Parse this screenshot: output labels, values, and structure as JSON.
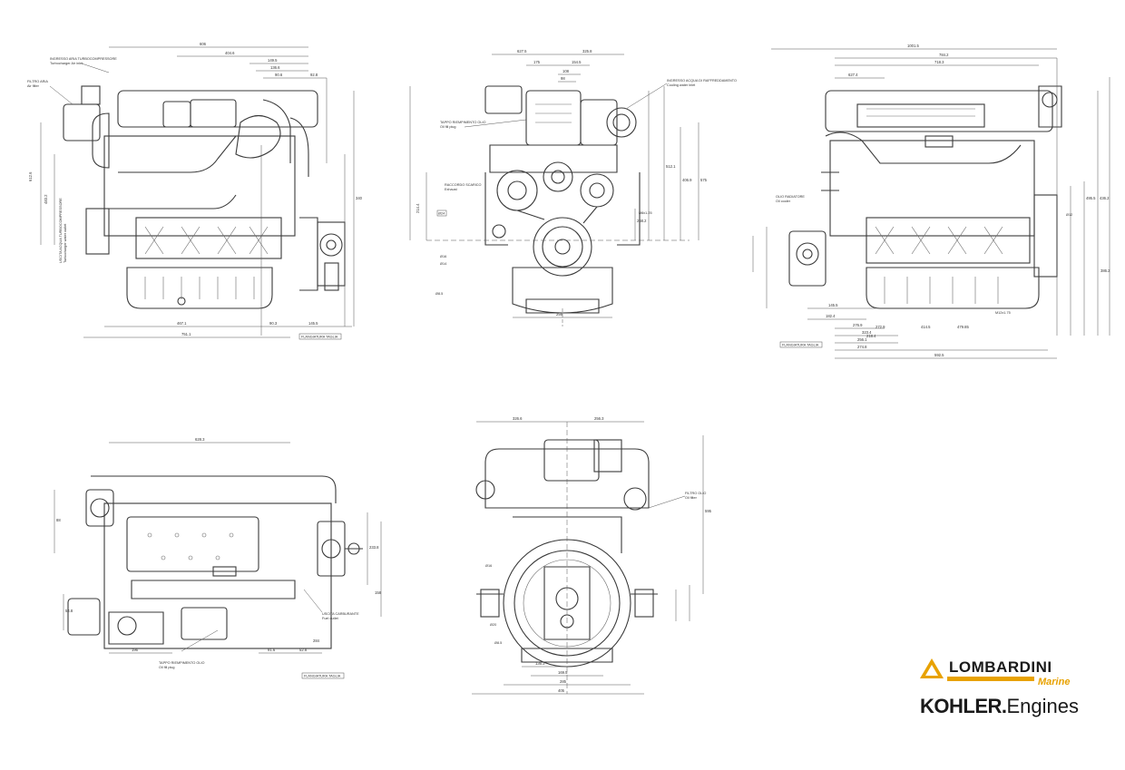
{
  "views": {
    "view1": {
      "dims": [
        "606",
        "404.6",
        "149.5",
        "136.6",
        "90.6",
        "92.8",
        "612.6",
        "483.2",
        "340",
        "467.1",
        "90.3",
        "145.5",
        "751.1"
      ],
      "labels": [
        "INGRESSO ARIA TURBOCOMPRESSORE",
        "Turbocharger Air inlet",
        "FILTRO ARIA",
        "Air filter",
        "USCITA ACQUA TURBOCOMPRESSORE",
        "Turbocharger water outlet",
        "FLANGIATURA TAGLIA"
      ]
    },
    "view2": {
      "dims": [
        "627.5",
        "325.8",
        "175",
        "154.5",
        "108",
        "98",
        "575",
        "512.1",
        "406.9",
        "268.2",
        "214.4",
        "256",
        "Ø24",
        "M8x1.25",
        "Ø16",
        "Ø14",
        "Ø8.5"
      ],
      "labels": [
        "TAPPO RIEMPIMENTO OLIO",
        "Oil fill plug",
        "RACCORDO SCARICO",
        "Exhaust",
        "INGRESSO ACQUA DI RAFFREDDAMENTO",
        "Cooling water inlet"
      ]
    },
    "view3": {
      "dims": [
        "1001.5",
        "784.2",
        "718.3",
        "627.4",
        "495.5",
        "436.2",
        "386.2",
        "323.4",
        "276.9",
        "274.8",
        "256.1",
        "145.5",
        "182.4",
        "218.4",
        "272.9",
        "414.5",
        "479.85",
        "592.5",
        "Ø12",
        "M12x1.75"
      ],
      "labels": [
        "OLIO RADIATORE",
        "Oil cooler",
        "FLANGIATURA TAGLIA"
      ]
    },
    "view4": {
      "dims": [
        "628.3",
        "91.6",
        "52.8",
        "284",
        "196",
        "233.8",
        "158",
        "88",
        "54.8"
      ],
      "labels": [
        "TAPPO RIEMPIMENTO OLIO",
        "Oil fill plug",
        "USCITA CARBURANTE",
        "Fuel outlet",
        "FLANGIATURA TAGLIA"
      ]
    },
    "view5": {
      "dims": [
        "326.6",
        "256.3",
        "595",
        "136.3",
        "169.5",
        "285",
        "405",
        "Ø16",
        "Ø20",
        "Ø8.5"
      ],
      "labels": [
        "FILTRO OLIO",
        "Oil filter"
      ]
    }
  },
  "logo": {
    "brand": "LOMBARDINI",
    "brand_sub": "Marine",
    "kohler": "KOHLER.",
    "kohler_sub": "Engines",
    "colors": {
      "orange": "#e8a200",
      "dark": "#1a1a1a"
    }
  }
}
